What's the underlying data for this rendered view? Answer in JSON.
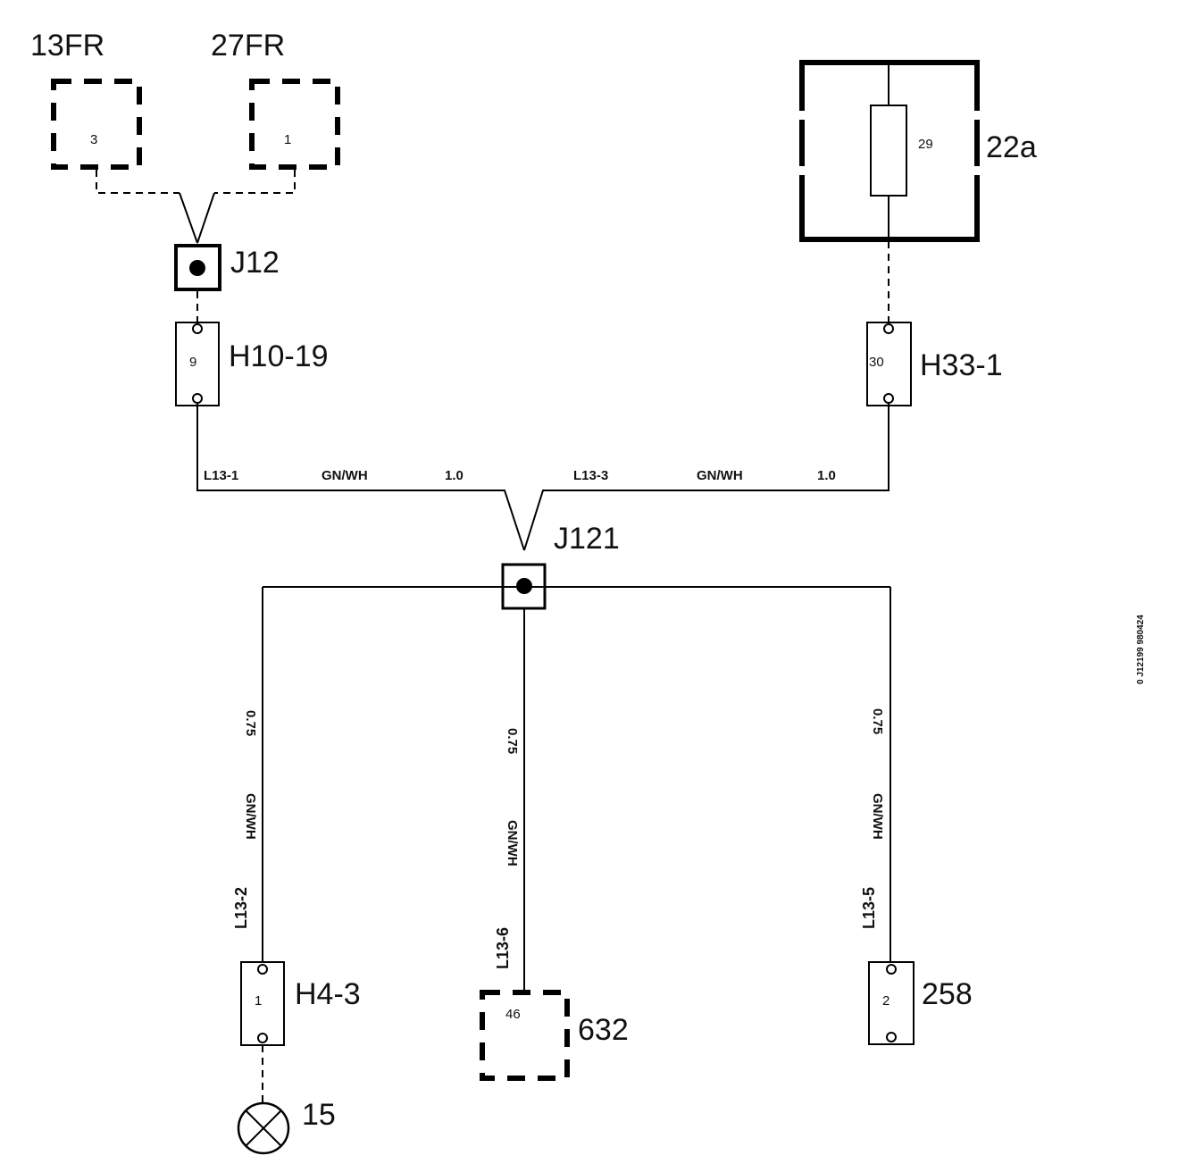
{
  "components": {
    "fr13": {
      "label": "13FR",
      "pin": "3"
    },
    "fr27": {
      "label": "27FR",
      "pin": "1"
    },
    "fuse": {
      "label": "22a",
      "pin": "29"
    },
    "j12": {
      "label": "J12"
    },
    "j121": {
      "label": "J121"
    },
    "h10": {
      "label": "H10-19",
      "pin": "9"
    },
    "h33": {
      "label": "H33-1",
      "pin": "30"
    },
    "h4": {
      "label": "H4-3",
      "pin": "1"
    },
    "c632": {
      "label": "632",
      "pin": "46"
    },
    "c258": {
      "label": "258",
      "pin": "2"
    },
    "lamp": {
      "label": "15"
    }
  },
  "wires": {
    "left_top": {
      "id": "L13-1",
      "color": "GN/WH",
      "size": "1.0"
    },
    "right_top": {
      "id": "L13-3",
      "color": "GN/WH",
      "size": "1.0"
    },
    "down_left": {
      "id": "L13-2",
      "color": "GN/WH",
      "size": "0.75"
    },
    "down_mid": {
      "id": "L13-6",
      "color": "GN/WH",
      "size": "0.75"
    },
    "down_right": {
      "id": "L13-5",
      "color": "GN/WH",
      "size": "0.75"
    }
  },
  "figure_code": "0 J12199 980424"
}
